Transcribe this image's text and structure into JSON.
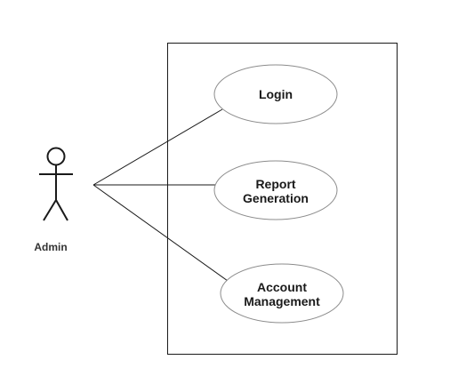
{
  "diagram": {
    "actor": {
      "name": "Admin",
      "icon": "stick-figure-icon"
    },
    "use_cases": [
      {
        "lines": [
          "Login"
        ]
      },
      {
        "lines": [
          "Report",
          "Generation"
        ]
      },
      {
        "lines": [
          "Account",
          "Management"
        ]
      }
    ],
    "colors": {
      "line": "#1a1a1a",
      "ellipse_stroke": "#8c8c8c",
      "text": "#1a1a1a"
    }
  }
}
